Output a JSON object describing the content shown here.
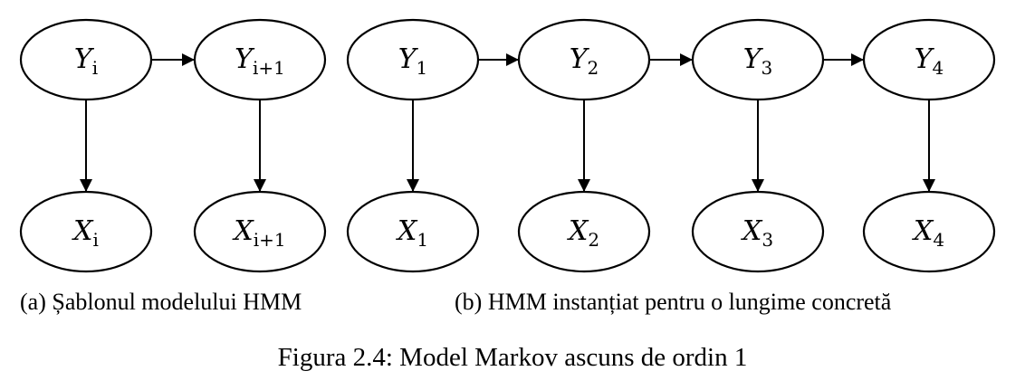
{
  "nodes": [
    {
      "id": "Yi",
      "letter": "Y",
      "sub": "i"
    },
    {
      "id": "Yi1",
      "letter": "Y",
      "sub": "i+1"
    },
    {
      "id": "Y1",
      "letter": "Y",
      "sub": "1"
    },
    {
      "id": "Y2",
      "letter": "Y",
      "sub": "2"
    },
    {
      "id": "Y3",
      "letter": "Y",
      "sub": "3"
    },
    {
      "id": "Y4",
      "letter": "Y",
      "sub": "4"
    },
    {
      "id": "Xi",
      "letter": "X",
      "sub": "i"
    },
    {
      "id": "Xi1",
      "letter": "X",
      "sub": "i+1"
    },
    {
      "id": "X1",
      "letter": "X",
      "sub": "1"
    },
    {
      "id": "X2",
      "letter": "X",
      "sub": "2"
    },
    {
      "id": "X3",
      "letter": "X",
      "sub": "3"
    },
    {
      "id": "X4",
      "letter": "X",
      "sub": "4"
    }
  ],
  "edges": [
    [
      "Yi",
      "Yi1"
    ],
    [
      "Y1",
      "Y2"
    ],
    [
      "Y2",
      "Y3"
    ],
    [
      "Y3",
      "Y4"
    ],
    [
      "Yi",
      "Xi"
    ],
    [
      "Yi1",
      "Xi1"
    ],
    [
      "Y1",
      "X1"
    ],
    [
      "Y2",
      "X2"
    ],
    [
      "Y3",
      "X3"
    ],
    [
      "Y4",
      "X4"
    ]
  ],
  "captions": {
    "a": "(a) Șablonul modelului HMM",
    "b": "(b) HMM instanțiat pentru o lungime concretă"
  },
  "figure_caption": "Figura 2.4: Model Markov ascuns de ordin 1"
}
